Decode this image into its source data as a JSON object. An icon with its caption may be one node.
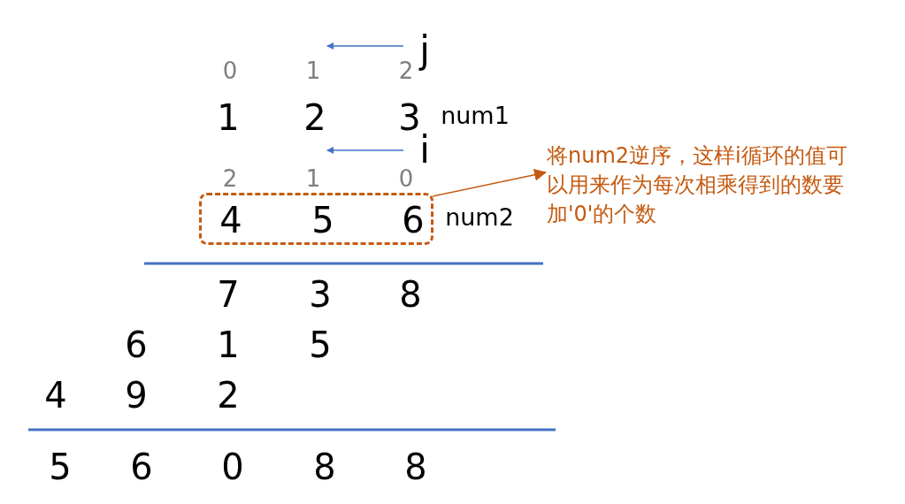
{
  "diagram": {
    "nodes": [
      {
        "text": [
          "4",
          "5",
          "6"
        ]
      },
      {
        "text": [
          "将num2逆序，这样i循环的值可以用来作为每次相乘得到的数要加'0'的个数"
        ]
      }
    ],
    "edges": [
      {
        "from": 0,
        "to": 1,
        "arrow": "to",
        "color": "#c55a11"
      }
    ],
    "labels": [
      "j",
      "0",
      "1",
      "2",
      "1",
      "2",
      "3",
      "num1",
      "i",
      "2",
      "1",
      "0",
      "num2",
      "7",
      "3",
      "8",
      "6",
      "1",
      "5",
      "4",
      "9",
      "2",
      "5",
      "6",
      "0",
      "8",
      "8"
    ]
  }
}
